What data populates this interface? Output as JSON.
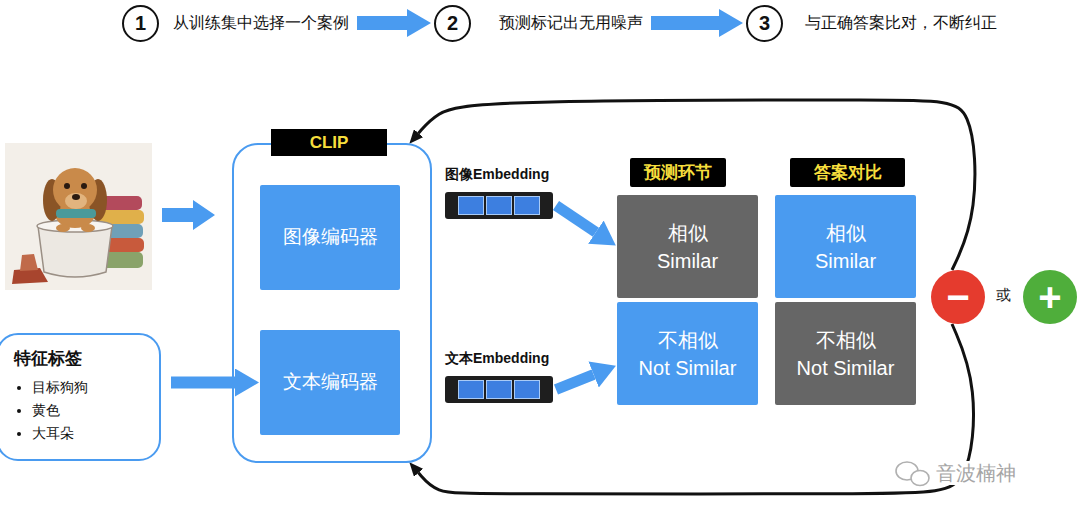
{
  "diagram": {
    "nodes": [
      {
        "text": [
          "1",
          "从训练集中选择一个案例"
        ]
      },
      {
        "text": [
          "2",
          "预测标记出无用噪声"
        ]
      },
      {
        "text": [
          "3",
          "与正确答案比对，不断纠正"
        ]
      },
      {
        "text": [
          "CLIP"
        ]
      },
      {
        "text": [
          "图像编码器"
        ],
        "in": 3
      },
      {
        "text": [
          "文本编码器"
        ],
        "in": 3
      },
      {
        "text": [
          "特征标签",
          "目标狗狗",
          "黄色",
          "大耳朵"
        ]
      },
      {
        "text": [
          "图像Embedding"
        ]
      },
      {
        "text": [
          "文本Embedding"
        ]
      },
      {
        "text": [
          "预测环节"
        ]
      },
      {
        "text": [
          "相似",
          "Similar"
        ]
      },
      {
        "text": [
          "不相似",
          "Not Similar"
        ]
      },
      {
        "text": [
          "答案对比"
        ]
      },
      {
        "text": [
          "相似",
          "Similar"
        ]
      },
      {
        "text": [
          "不相似",
          "Not Similar"
        ]
      },
      {
        "text": [
          "−"
        ]
      },
      {
        "text": [
          "+"
        ]
      }
    ],
    "edges": [
      {
        "from": 0,
        "to": 1,
        "arrow": "to"
      },
      {
        "from": 1,
        "to": 2,
        "arrow": "to"
      },
      {
        "from": 6,
        "to": 5,
        "arrow": "to"
      },
      {
        "from": 7,
        "to": 10,
        "arrow": "to"
      },
      {
        "from": 8,
        "to": 11,
        "arrow": "to"
      },
      {
        "from": 15,
        "to": 3,
        "arrow": "to"
      },
      {
        "from": 15,
        "to": 3,
        "arrow": "to"
      }
    ],
    "labels": [
      "或",
      "音波楠神"
    ]
  }
}
